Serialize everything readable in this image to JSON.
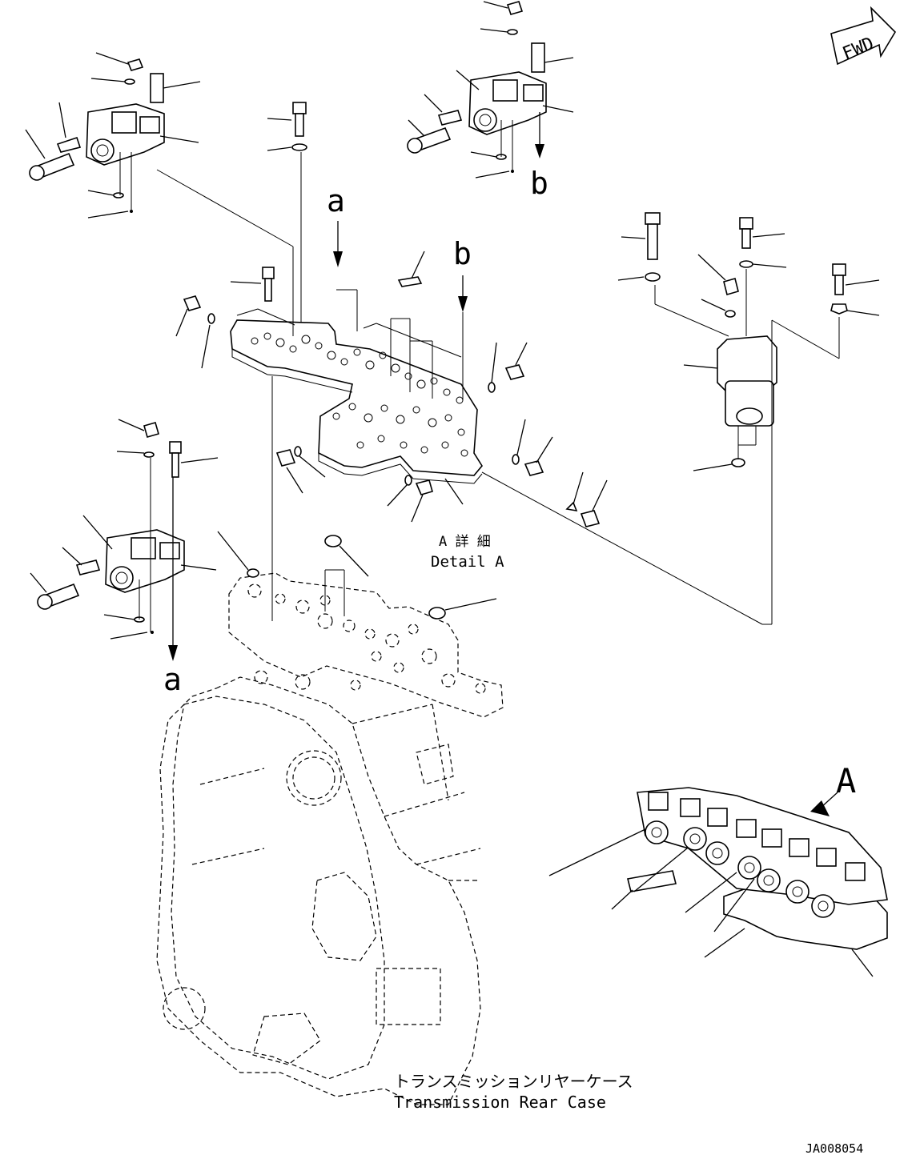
{
  "labels": {
    "fwd": "FWD",
    "ref_a_upper": "a",
    "ref_a_lower": "a",
    "ref_b_top": "b",
    "ref_b_mid": "b",
    "detail_a_jp": "A 詳 細",
    "detail_a_en": "Detail A",
    "view_a": "A",
    "rear_case_jp": "トランスミッションリヤーケース",
    "rear_case_en": "Transmission Rear Case",
    "drawing_code": "JA008054"
  }
}
